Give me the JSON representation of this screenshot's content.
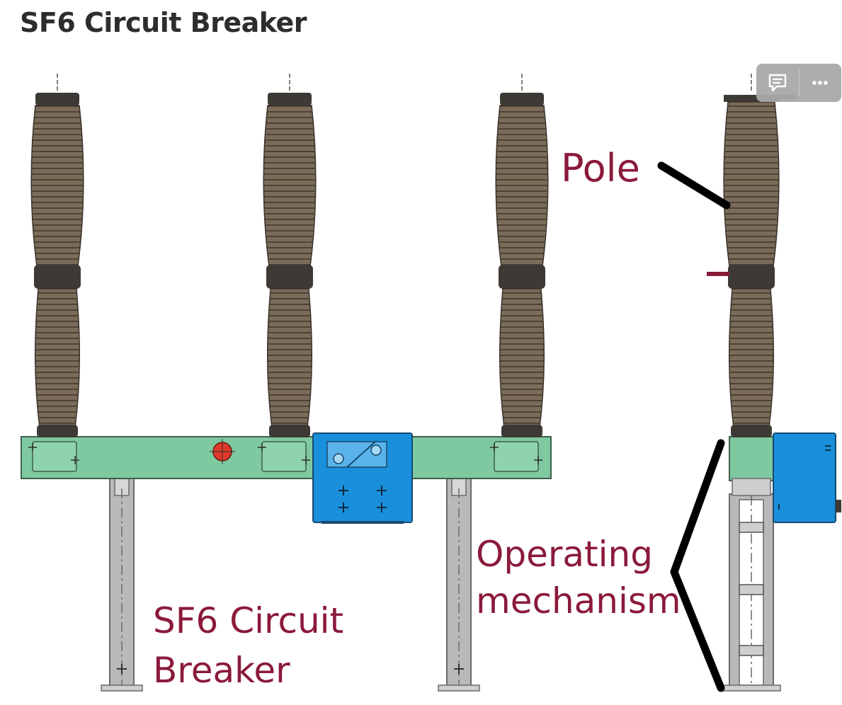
{
  "page": {
    "title": "SF6 Circuit Breaker"
  },
  "diagram": {
    "labels": {
      "pole": "Pole",
      "operating_mechanism_line1": "Operating",
      "operating_mechanism_line2": "mechanism",
      "breaker_line1": "SF6 Circuit",
      "breaker_line2": "Breaker"
    },
    "colors": {
      "insulator": "#7b6b59",
      "insulator_dark": "#3d3a36",
      "base_frame": "#7fc9a0",
      "mechanism_box": "#1a8fdb",
      "support_column": "#b9b9b9",
      "indicator": "#e03a2a",
      "label_text": "#8b1a3a"
    }
  },
  "toolbar": {
    "comment_icon": "comment-icon",
    "more_icon": "more-icon"
  }
}
